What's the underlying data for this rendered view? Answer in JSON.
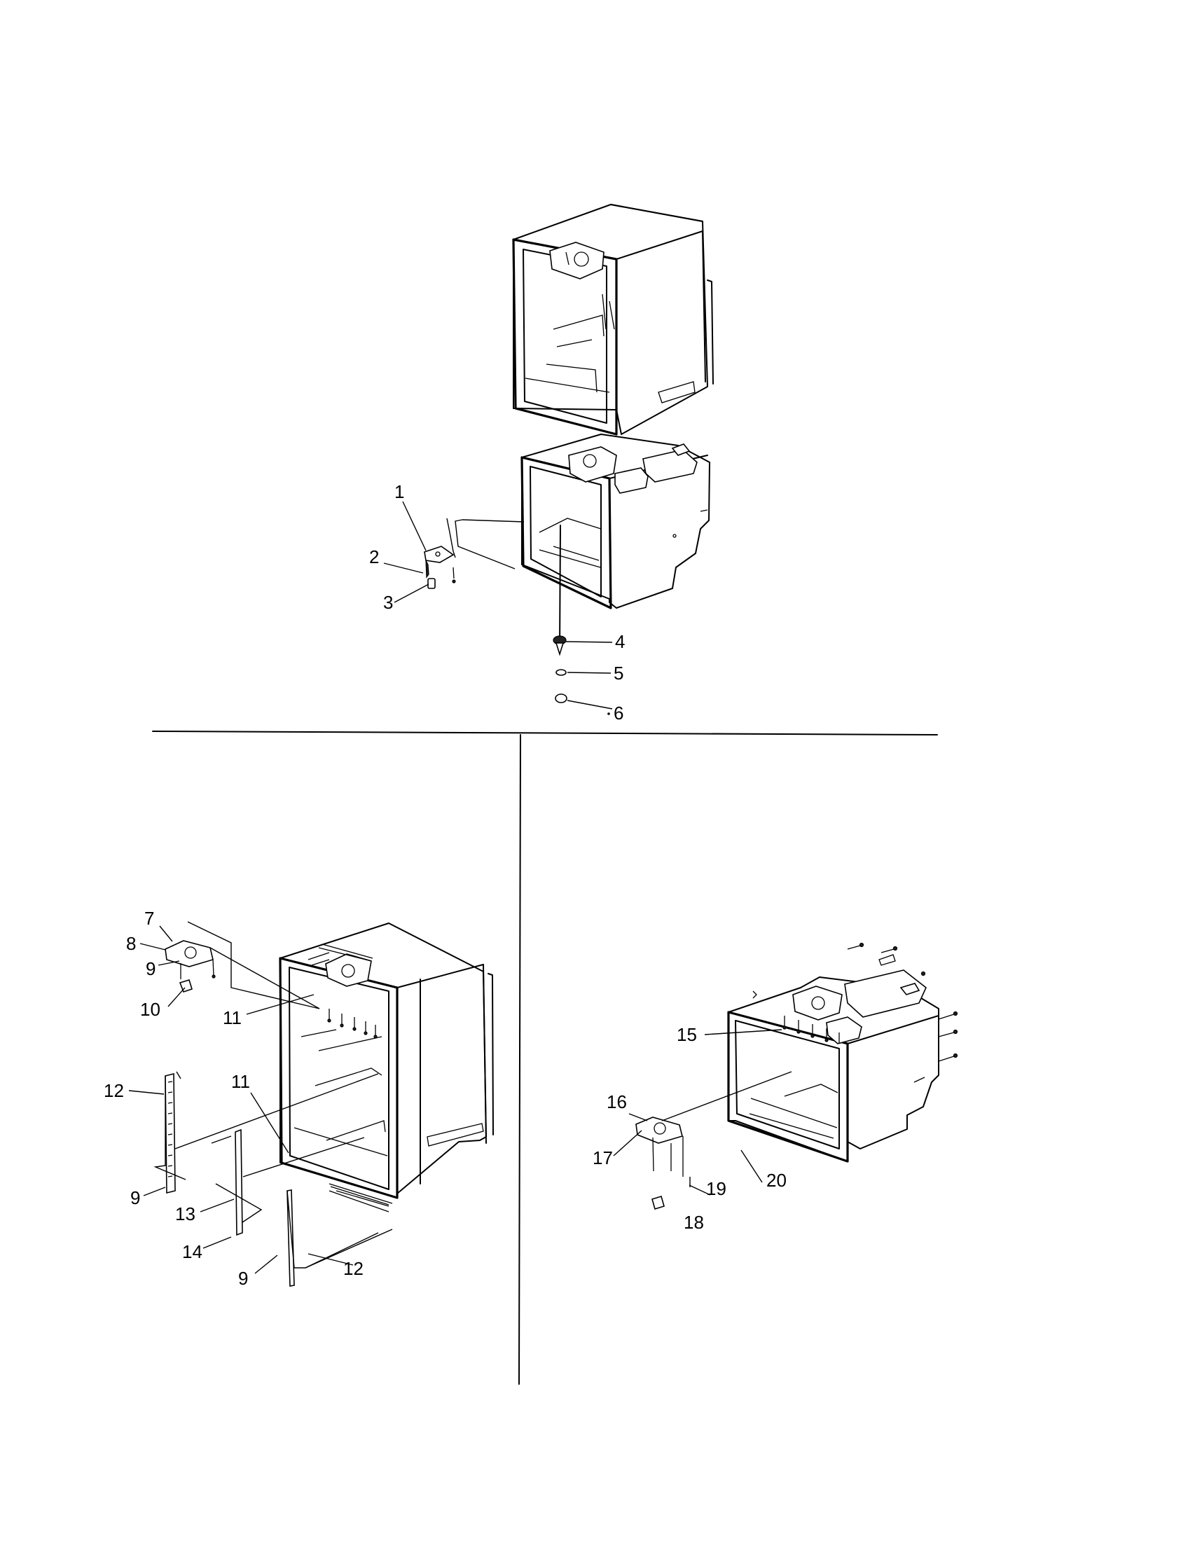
{
  "diagram": {
    "callouts": [
      {
        "id": "c1",
        "label": "1"
      },
      {
        "id": "c2",
        "label": "2"
      },
      {
        "id": "c3",
        "label": "3"
      },
      {
        "id": "c4",
        "label": "4"
      },
      {
        "id": "c5",
        "label": "5"
      },
      {
        "id": "c6",
        "label": "6"
      },
      {
        "id": "c7",
        "label": "7"
      },
      {
        "id": "c8",
        "label": "8"
      },
      {
        "id": "c9a",
        "label": "9"
      },
      {
        "id": "c10",
        "label": "10"
      },
      {
        "id": "c11a",
        "label": "11"
      },
      {
        "id": "c11b",
        "label": "11"
      },
      {
        "id": "c12a",
        "label": "12"
      },
      {
        "id": "c9b",
        "label": "9"
      },
      {
        "id": "c13",
        "label": "13"
      },
      {
        "id": "c14",
        "label": "14"
      },
      {
        "id": "c9c",
        "label": "9"
      },
      {
        "id": "c12b",
        "label": "12"
      },
      {
        "id": "c15",
        "label": "15"
      },
      {
        "id": "c16",
        "label": "16"
      },
      {
        "id": "c17",
        "label": "17"
      },
      {
        "id": "c19",
        "label": "19"
      },
      {
        "id": "c18",
        "label": "18"
      },
      {
        "id": "c20",
        "label": "20"
      }
    ]
  }
}
